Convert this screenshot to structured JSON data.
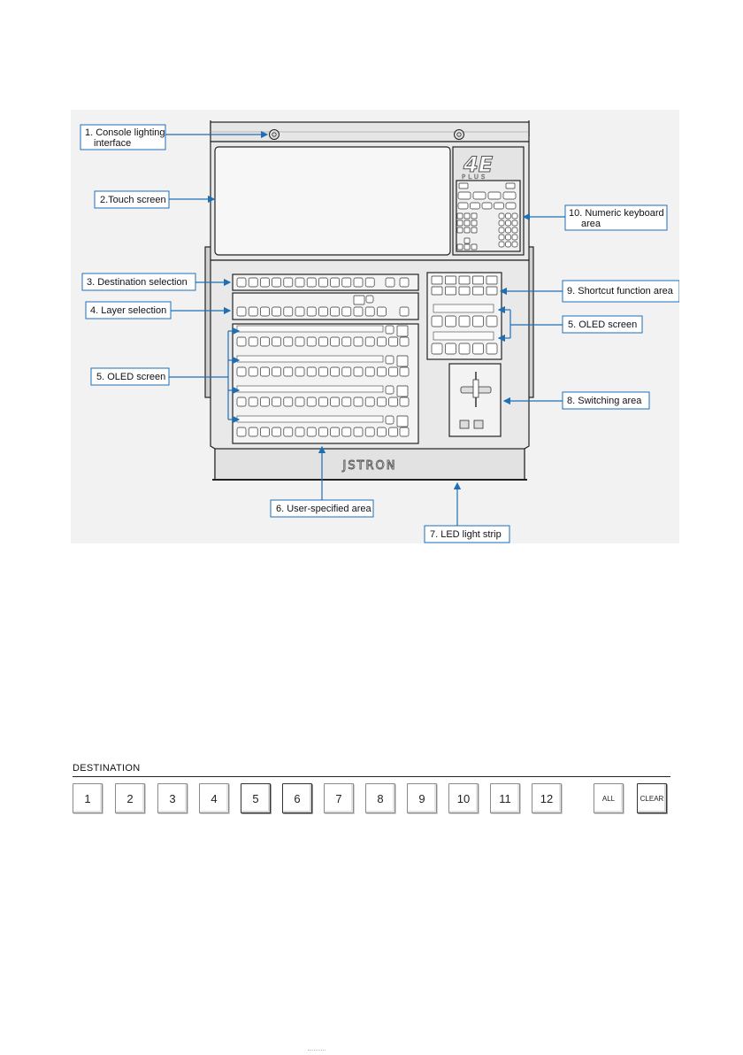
{
  "callouts": {
    "c1_line1": "1. Console lighting",
    "c1_line2": "interface",
    "c2": "2.Touch screen",
    "c3": "3. Destination selection",
    "c4": "4. Layer selection",
    "c5_left": "5. OLED screen",
    "c6": "6. User-specified area",
    "c7": "7. LED light strip",
    "c8": "8. Switching area",
    "c9": "9. Shortcut function area",
    "c5_right": "5. OLED screen",
    "c10_line1": "10. Numeric keyboard",
    "c10_line2": "area"
  },
  "console": {
    "brand": "JSTRON",
    "logo": "4E",
    "logo_sub": "PLUS"
  },
  "destination": {
    "title": "DESTINATION",
    "keys": [
      "1",
      "2",
      "3",
      "4",
      "5",
      "6",
      "7",
      "8",
      "9",
      "10",
      "11",
      "12"
    ],
    "all_label": "ALL",
    "clear_label": "CLEAR"
  },
  "colors": {
    "callout_border": "#1f6fb5",
    "arrow": "#1f6fb5",
    "console_line": "#222222"
  }
}
